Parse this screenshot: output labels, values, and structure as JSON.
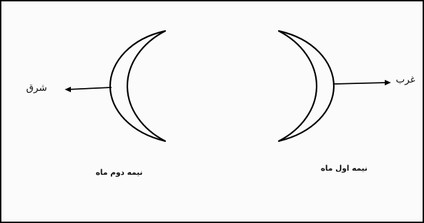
{
  "labels": {
    "east": "شرق",
    "west": "غرب"
  },
  "captions": {
    "left": "نیمه دوم ماه",
    "right": "نیمه اول ماه"
  },
  "colors": {
    "line": "#000000",
    "background": "#ffffff"
  }
}
